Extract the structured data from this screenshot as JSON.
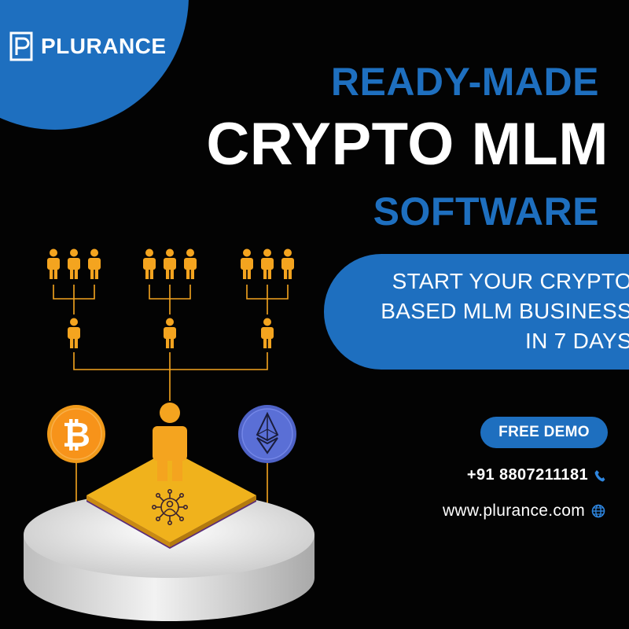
{
  "brand": {
    "name": "PLURANCE",
    "colors": {
      "primary": "#1e6fbf",
      "background": "#030303",
      "accent": "#f4a41f",
      "text": "#ffffff"
    }
  },
  "headline": {
    "line1": "READY-MADE",
    "line2": "CRYPTO MLM",
    "line3": "SOFTWARE"
  },
  "tagline": {
    "line1": "START YOUR CRYPTO",
    "line2": "BASED MLM BUSINESS",
    "line3": "IN 7 DAYS"
  },
  "cta": {
    "label": "FREE DEMO"
  },
  "contact": {
    "phone": "+91 8807211181",
    "website": "www.plurance.com",
    "phone_icon": "phone-icon",
    "website_icon": "globe-icon"
  },
  "illustration": {
    "network_groups": 3,
    "people_per_group": 3,
    "coins": [
      "bitcoin-icon",
      "ethereum-icon"
    ],
    "platform_icon": "network-user-icon"
  }
}
